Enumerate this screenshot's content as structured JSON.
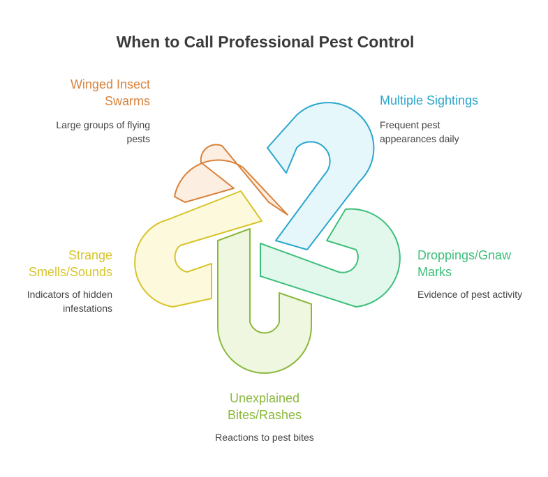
{
  "title": "When to Call Professional Pest Control",
  "colors": {
    "orange": "#d9823b",
    "blue": "#2aa6cc",
    "green": "#3dbf7a",
    "lime": "#8ab83c",
    "yellow": "#d7c42a",
    "title": "#3a3a3a",
    "desc": "#444444"
  },
  "items": [
    {
      "label": "Winged Insect Swarms",
      "description": "Large groups of flying pests",
      "color": "#d9823b",
      "fill": "#fdeee2"
    },
    {
      "label": "Multiple Sightings",
      "description": "Frequent pest appearances daily",
      "color": "#2aa6cc",
      "fill": "#e6f7fc"
    },
    {
      "label": "Droppings/Gnaw Marks",
      "description": "Evidence of pest activity",
      "color": "#3dbf7a",
      "fill": "#e3f8ec"
    },
    {
      "label": "Unexplained Bites/Rashes",
      "description": "Reactions to pest bites",
      "color": "#8ab83c",
      "fill": "#f0f7e1"
    },
    {
      "label": "Strange Smells/Sounds",
      "description": "Indicators of hidden infestations",
      "color": "#d7c42a",
      "fill": "#fdf9dd"
    }
  ]
}
